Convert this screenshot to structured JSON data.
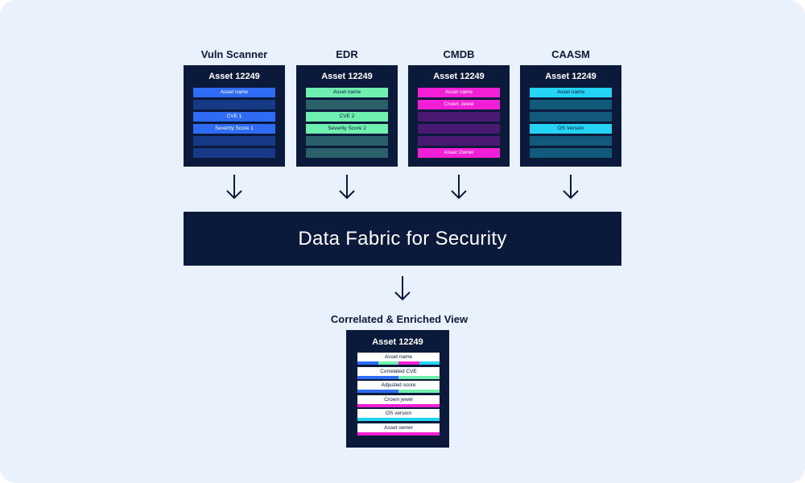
{
  "colors": {
    "navy": "#0b1a3b",
    "blue": "#2f6cf5",
    "green": "#6ff0b0",
    "magenta": "#f21fd6",
    "cyan": "#25d3f5"
  },
  "sources": [
    {
      "title": "Vuln Scanner",
      "asset": "Asset 12249",
      "rows": [
        {
          "label": "Asset name",
          "filled": true
        },
        {
          "label": "",
          "filled": false
        },
        {
          "label": "CVE 1",
          "filled": true
        },
        {
          "label": "Severity Score 1",
          "filled": true
        },
        {
          "label": "",
          "filled": false
        },
        {
          "label": "",
          "filled": false
        }
      ]
    },
    {
      "title": "EDR",
      "asset": "Asset 12249",
      "rows": [
        {
          "label": "Asset name",
          "filled": true
        },
        {
          "label": "",
          "filled": false
        },
        {
          "label": "CVE 2",
          "filled": true
        },
        {
          "label": "Severity Score 2",
          "filled": true
        },
        {
          "label": "",
          "filled": false
        },
        {
          "label": "",
          "filled": false
        }
      ]
    },
    {
      "title": "CMDB",
      "asset": "Asset 12249",
      "rows": [
        {
          "label": "Asset name",
          "filled": true
        },
        {
          "label": "Crown Jewel",
          "filled": true
        },
        {
          "label": "",
          "filled": false
        },
        {
          "label": "",
          "filled": false
        },
        {
          "label": "",
          "filled": false
        },
        {
          "label": "Asset Owner",
          "filled": true
        }
      ]
    },
    {
      "title": "CAASM",
      "asset": "Asset 12249",
      "rows": [
        {
          "label": "Asset name",
          "filled": true
        },
        {
          "label": "",
          "filled": false
        },
        {
          "label": "",
          "filled": false
        },
        {
          "label": "OS Version",
          "filled": true
        },
        {
          "label": "",
          "filled": false
        },
        {
          "label": "",
          "filled": false
        }
      ]
    }
  ],
  "fabric": {
    "label": "Data Fabric for Security"
  },
  "view": {
    "title": "Correlated & Enriched View",
    "asset": "Asset 12249",
    "rows": [
      {
        "label": "Asset name",
        "bar": [
          "blue",
          "green",
          "magenta",
          "cyan"
        ]
      },
      {
        "label": "Correlated CVE",
        "bar": [
          "blue",
          "green"
        ]
      },
      {
        "label": "Adjusted score",
        "bar": [
          "blue",
          "green"
        ]
      },
      {
        "label": "Crown jewel",
        "bar": [
          "magenta"
        ]
      },
      {
        "label": "OS version",
        "bar": [
          "cyan"
        ]
      },
      {
        "label": "Asset owner",
        "bar": [
          "magenta"
        ]
      }
    ]
  }
}
